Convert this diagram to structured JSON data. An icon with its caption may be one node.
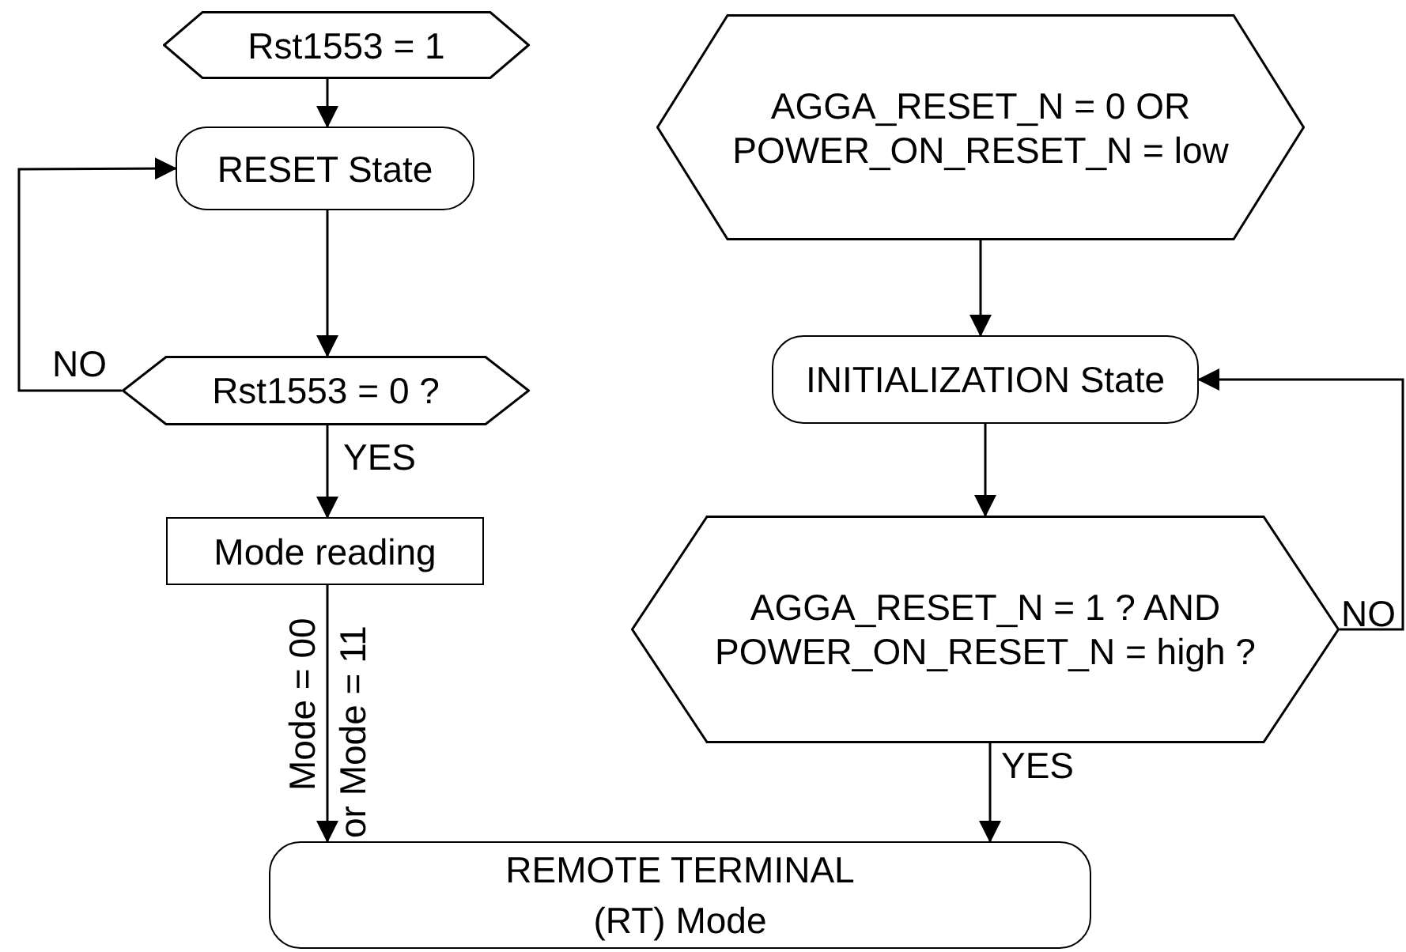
{
  "diagram": {
    "nodes": [
      {
        "text": [
          "Rst1553 = 1"
        ]
      },
      {
        "text": [
          "RESET State"
        ]
      },
      {
        "text": [
          "Rst1553 = 0 ?"
        ]
      },
      {
        "text": [
          "Mode reading"
        ]
      },
      {
        "text": [
          "AGGA_RESET_N = 0 OR POWER_ON_RESET_N = low"
        ]
      },
      {
        "text": [
          "INITIALIZATION State"
        ]
      },
      {
        "text": [
          "AGGA_RESET_N = 1 ? AND POWER_ON_RESET_N = high ?"
        ]
      },
      {
        "text": [
          "REMOTE TERMINAL (RT) Mode"
        ]
      }
    ],
    "edges": [
      {
        "from": 0,
        "to": 1,
        "arrow": "to"
      },
      {
        "from": 1,
        "to": 2,
        "arrow": "to"
      },
      {
        "from": 2,
        "to": 1,
        "arrow": "to",
        "label": "NO"
      },
      {
        "from": 2,
        "to": 3,
        "arrow": "to",
        "label": "YES"
      },
      {
        "from": 3,
        "to": 7,
        "arrow": "to",
        "label": "Mode = 00"
      },
      {
        "from": 4,
        "to": 5,
        "arrow": "to"
      },
      {
        "from": 5,
        "to": 6,
        "arrow": "to"
      },
      {
        "from": 6,
        "to": 5,
        "arrow": "to",
        "label": "NO"
      },
      {
        "from": 6,
        "to": 7,
        "arrow": "to",
        "label": "YES"
      }
    ],
    "labels": [
      "or Mode = 11"
    ]
  }
}
